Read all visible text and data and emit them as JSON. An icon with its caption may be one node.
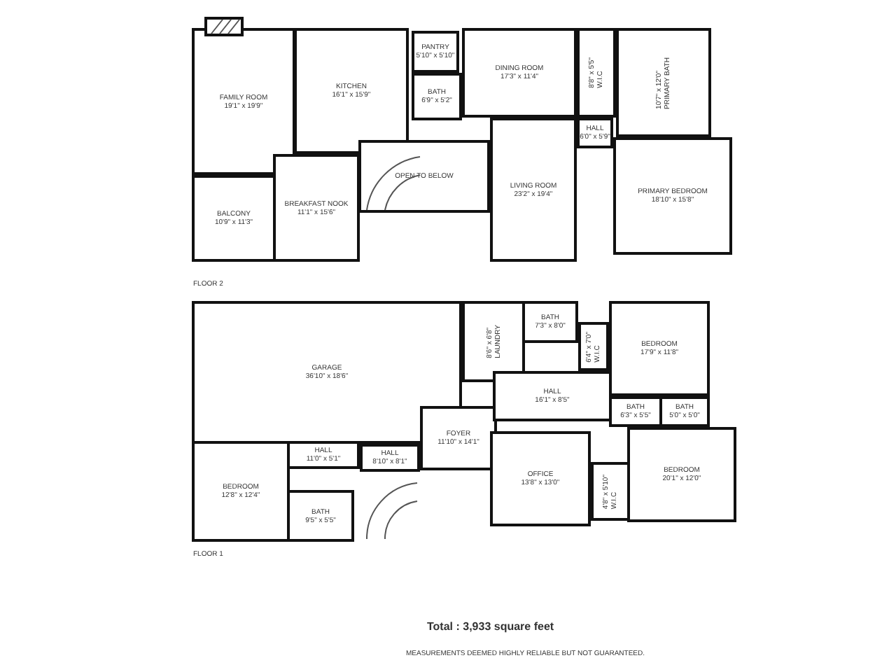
{
  "diagram": {
    "nodes": [
      {
        "text": [
          "FAMILY ROOM",
          "19'1\" x 19'9\""
        ]
      },
      {
        "text": [
          "KITCHEN",
          "16'1\" x 15'9\""
        ]
      },
      {
        "text": [
          "PANTRY",
          "5'10\" x 5'10\""
        ]
      },
      {
        "text": [
          "BATH",
          "6'9\" x 5'2\""
        ]
      },
      {
        "text": [
          "DINING ROOM",
          "17'3\" x 11'4\""
        ]
      },
      {
        "text": [
          "W.I.C",
          "8'8\" x 5'5\""
        ]
      },
      {
        "text": [
          "PRIMARY BATH",
          "10'7\" x 12'0\""
        ]
      },
      {
        "text": [
          "HALL",
          "6'0\" x 5'9\""
        ]
      },
      {
        "text": [
          "BALCONY",
          "10'9\" x 11'3\""
        ]
      },
      {
        "text": [
          "BREAKFAST NOOK",
          "11'1\" x 15'6\""
        ]
      },
      {
        "text": [
          "OPEN TO BELOW"
        ]
      },
      {
        "text": [
          "LIVING ROOM",
          "23'2\" x 19'4\""
        ]
      },
      {
        "text": [
          "PRIMARY BEDROOM",
          "18'10\" x 15'8\""
        ]
      },
      {
        "text": [
          "GARAGE",
          "36'10\" x 18'6\""
        ]
      },
      {
        "text": [
          "LAUNDRY",
          "8'6\" x 6'8\""
        ]
      },
      {
        "text": [
          "BATH",
          "7'3\" x 8'0\""
        ]
      },
      {
        "text": [
          "W.I.C",
          "6'4\" x 7'0\""
        ]
      },
      {
        "text": [
          "BEDROOM",
          "17'9\" x 11'8\""
        ]
      },
      {
        "text": [
          "HALL",
          "8'10\" x 8'1\""
        ]
      },
      {
        "text": [
          "FOYER",
          "11'10\" x 14'1\""
        ]
      },
      {
        "text": [
          "HALL",
          "16'1\" x 8'5\""
        ]
      },
      {
        "text": [
          "BATH",
          "6'3\" x 5'5\""
        ]
      },
      {
        "text": [
          "BATH",
          "5'0\" x 5'0\""
        ]
      },
      {
        "text": [
          "HALL",
          "11'0\" x 5'1\""
        ]
      },
      {
        "text": [
          "BEDROOM",
          "12'8\" x 12'4\""
        ]
      },
      {
        "text": [
          "BATH",
          "9'5\" x 5'5\""
        ]
      },
      {
        "text": [
          "OFFICE",
          "13'8\" x 13'0\""
        ]
      },
      {
        "text": [
          "W.I.C",
          "4'8\" x 5'10\""
        ]
      },
      {
        "text": [
          "BEDROOM",
          "20'1\" x 12'0\""
        ]
      }
    ],
    "labels": [
      "FLOOR 2",
      "FLOOR 1",
      "Total : 3,933 square feet",
      "MEASUREMENTS DEEMED HIGHLY RELIABLE BUT NOT GUARANTEED."
    ]
  }
}
